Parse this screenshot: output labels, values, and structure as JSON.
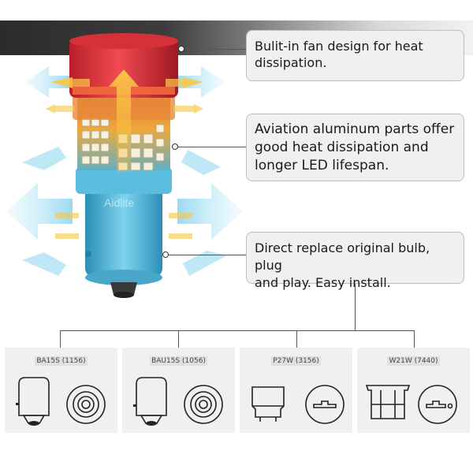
{
  "callouts": {
    "fan": {
      "lines": [
        "Bulit-in fan design for heat",
        "dissipation."
      ]
    },
    "aluminum": {
      "lines": [
        "Aviation aluminum parts offer",
        "good heat dissipation and",
        "longer LED lifespan."
      ]
    },
    "replace": {
      "lines": [
        "Direct replace original bulb, plug",
        "and play. Easy install."
      ]
    }
  },
  "bulb": {
    "brand": "Aidlite"
  },
  "sockets": [
    {
      "label": "BA15S (1156)"
    },
    {
      "label": "BAU15S (1056)"
    },
    {
      "label": "P27W (3156)"
    },
    {
      "label": "W21W (7440)"
    }
  ],
  "colors": {
    "accent_red": "#e4383f",
    "arrow_blue": "#8fd6f0",
    "arrow_yellow": "#f7c94a",
    "panel_bg": "#f0f0f0"
  }
}
